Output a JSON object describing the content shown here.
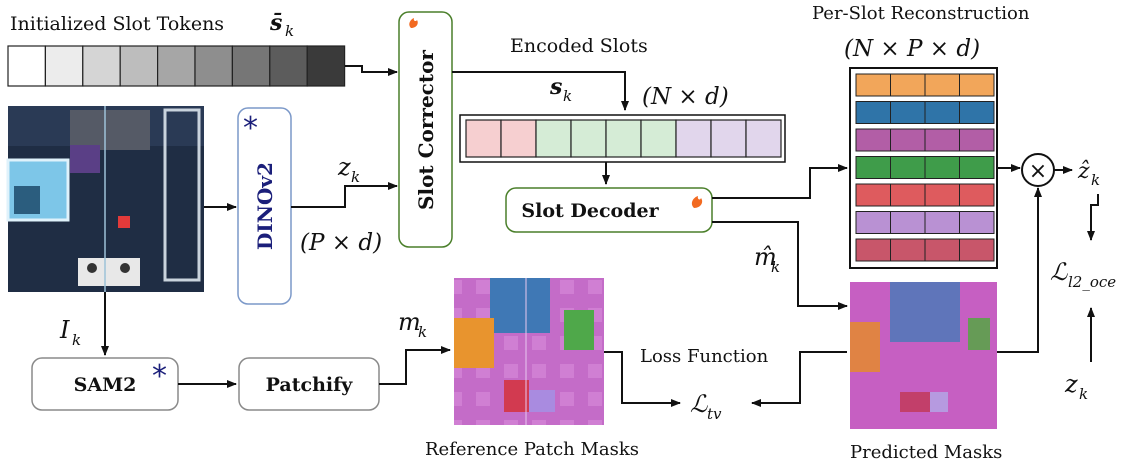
{
  "labels": {
    "initialized_slot_tokens": "Initialized Slot Tokens",
    "init_slot_symbol": "s̄",
    "init_slot_sub": "k",
    "slot_corrector": "Slot Corrector",
    "encoded_slots": "Encoded Slots",
    "s_k_symbol": "s",
    "s_k_sub": "k",
    "n_times_d": "(N × d)",
    "dinov2": "DINOv2",
    "z_k_symbol": "z",
    "z_k_sub": "k",
    "p_times_d": "(P × d)",
    "slot_decoder": "Slot Decoder",
    "per_slot_reconstruction": "Per-Slot Reconstruction",
    "n_p_d": "(N × P × d)",
    "zhat_symbol": "ẑ",
    "zhat_sub": "k",
    "loss_l2_symbol": "ℒ",
    "loss_l2_sub": "l2_oce",
    "z_k_bottom_symbol": "z",
    "z_k_bottom_sub": "k",
    "mhat_symbol": "m̂",
    "mhat_sub": "k",
    "m_k_symbol": "m",
    "m_k_sub": "k",
    "i_k_symbol": "I",
    "i_k_sub": "k",
    "sam2": "SAM2",
    "patchify": "Patchify",
    "loss_function": "Loss Function",
    "loss_tv_symbol": "ℒ",
    "loss_tv_sub": "tv",
    "reference_patch_masks": "Reference Patch Masks",
    "predicted_masks": "Predicted Masks",
    "frozen_mark": "*",
    "multiply": "×"
  },
  "colors": {
    "token_gradient": [
      "#ffffff",
      "#ececec",
      "#d5d5d5",
      "#bdbdbd",
      "#a6a6a6",
      "#8e8e8e",
      "#767676",
      "#5c5c5c",
      "#3a3a3a"
    ],
    "encoded_slots": [
      "#f6cfd0",
      "#f6cfd0",
      "#d5ecd6",
      "#d5ecd6",
      "#d5ecd6",
      "#d5ecd6",
      "#e1d6ec",
      "#e1d6ec",
      "#e1d6ec"
    ],
    "reconstruction_rows": [
      "#f2a65a",
      "#2f74a8",
      "#b25ea6",
      "#3f9c4a",
      "#de5b5e",
      "#b991d3",
      "#c8566a"
    ],
    "green_box": "#4a7f2a",
    "blue_box": "#7c99c9",
    "gray_box": "#8a8a8a",
    "flame": "#f26a21",
    "navy": "#1b1f7a"
  },
  "icons": [
    "flame-icon",
    "frozen-asterisk-icon",
    "multiply-icon"
  ]
}
